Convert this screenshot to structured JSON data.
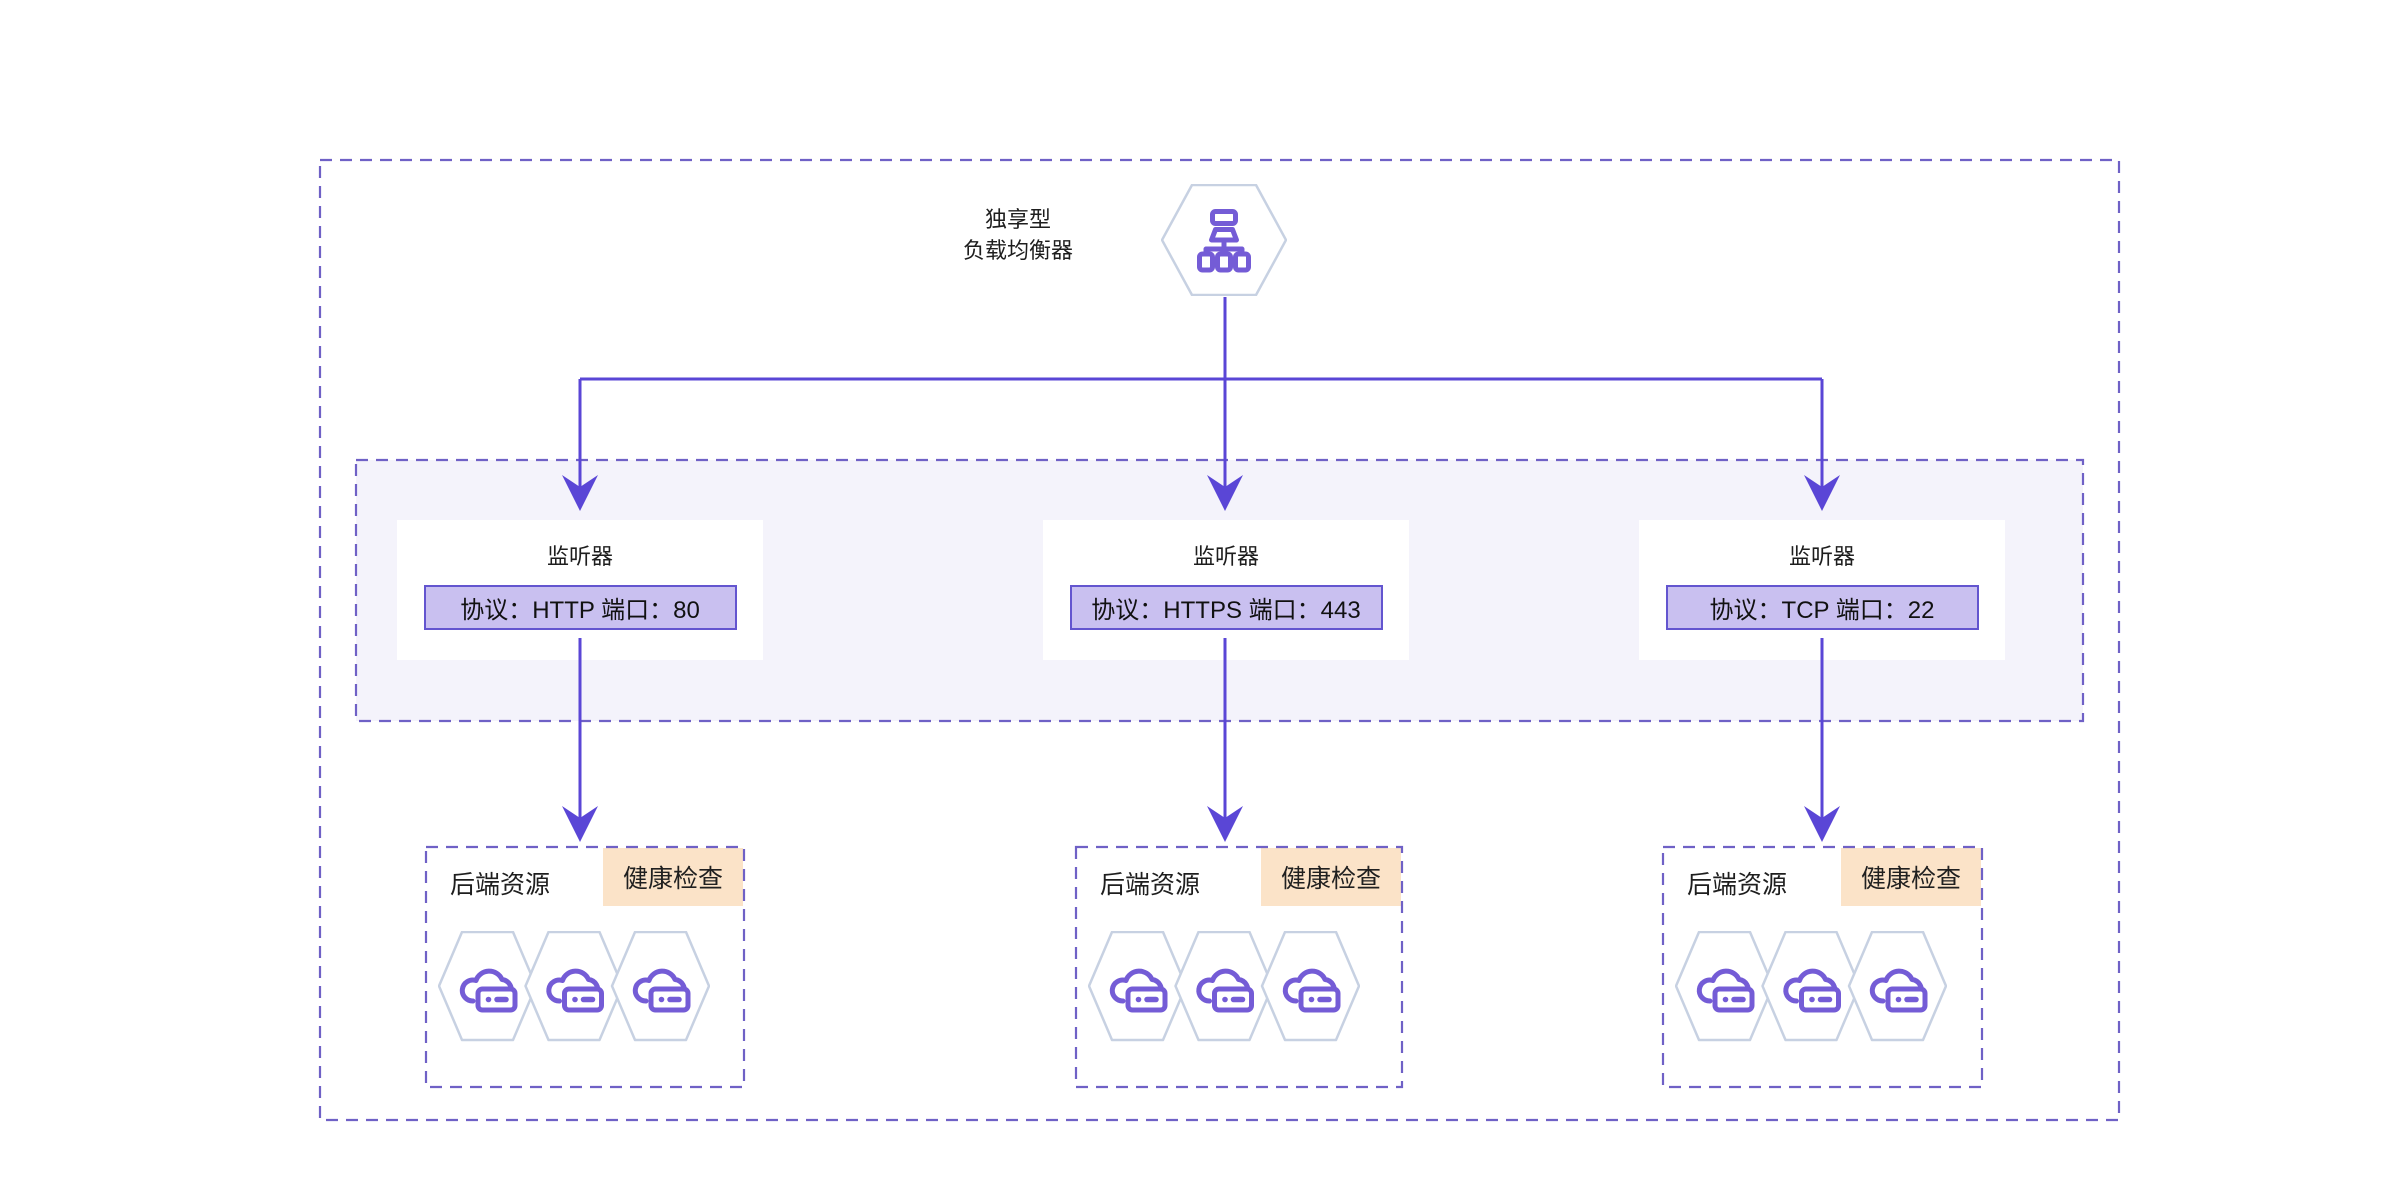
{
  "colors": {
    "accent": "#5a46d6",
    "dash": "#6f61c6",
    "zone-fill": "#f4f3fb",
    "chip-bg": "#c9c0f0",
    "chip-border": "#6355cf",
    "badge-bg": "#fbe3c8",
    "hex-stroke": "#c7d1e2",
    "icon-color": "#745cd6",
    "text-color": "#1e1e1e"
  },
  "load_balancer": {
    "label_line1": "独享型",
    "label_line2": "负载均衡器",
    "icon": "load-balancer-tree-icon"
  },
  "listeners": [
    {
      "title": "监听器",
      "protocol_port": "协议：HTTP 端口：80"
    },
    {
      "title": "监听器",
      "protocol_port": "协议：HTTPS 端口：443"
    },
    {
      "title": "监听器",
      "protocol_port": "协议：TCP 端口：22"
    }
  ],
  "backend_groups": [
    {
      "label": "后端资源",
      "health_badge": "健康检查",
      "server_count": 3,
      "server_icon": "cloud-server-icon"
    },
    {
      "label": "后端资源",
      "health_badge": "健康检查",
      "server_count": 3,
      "server_icon": "cloud-server-icon"
    },
    {
      "label": "后端资源",
      "health_badge": "健康检查",
      "server_count": 3,
      "server_icon": "cloud-server-icon"
    }
  ]
}
